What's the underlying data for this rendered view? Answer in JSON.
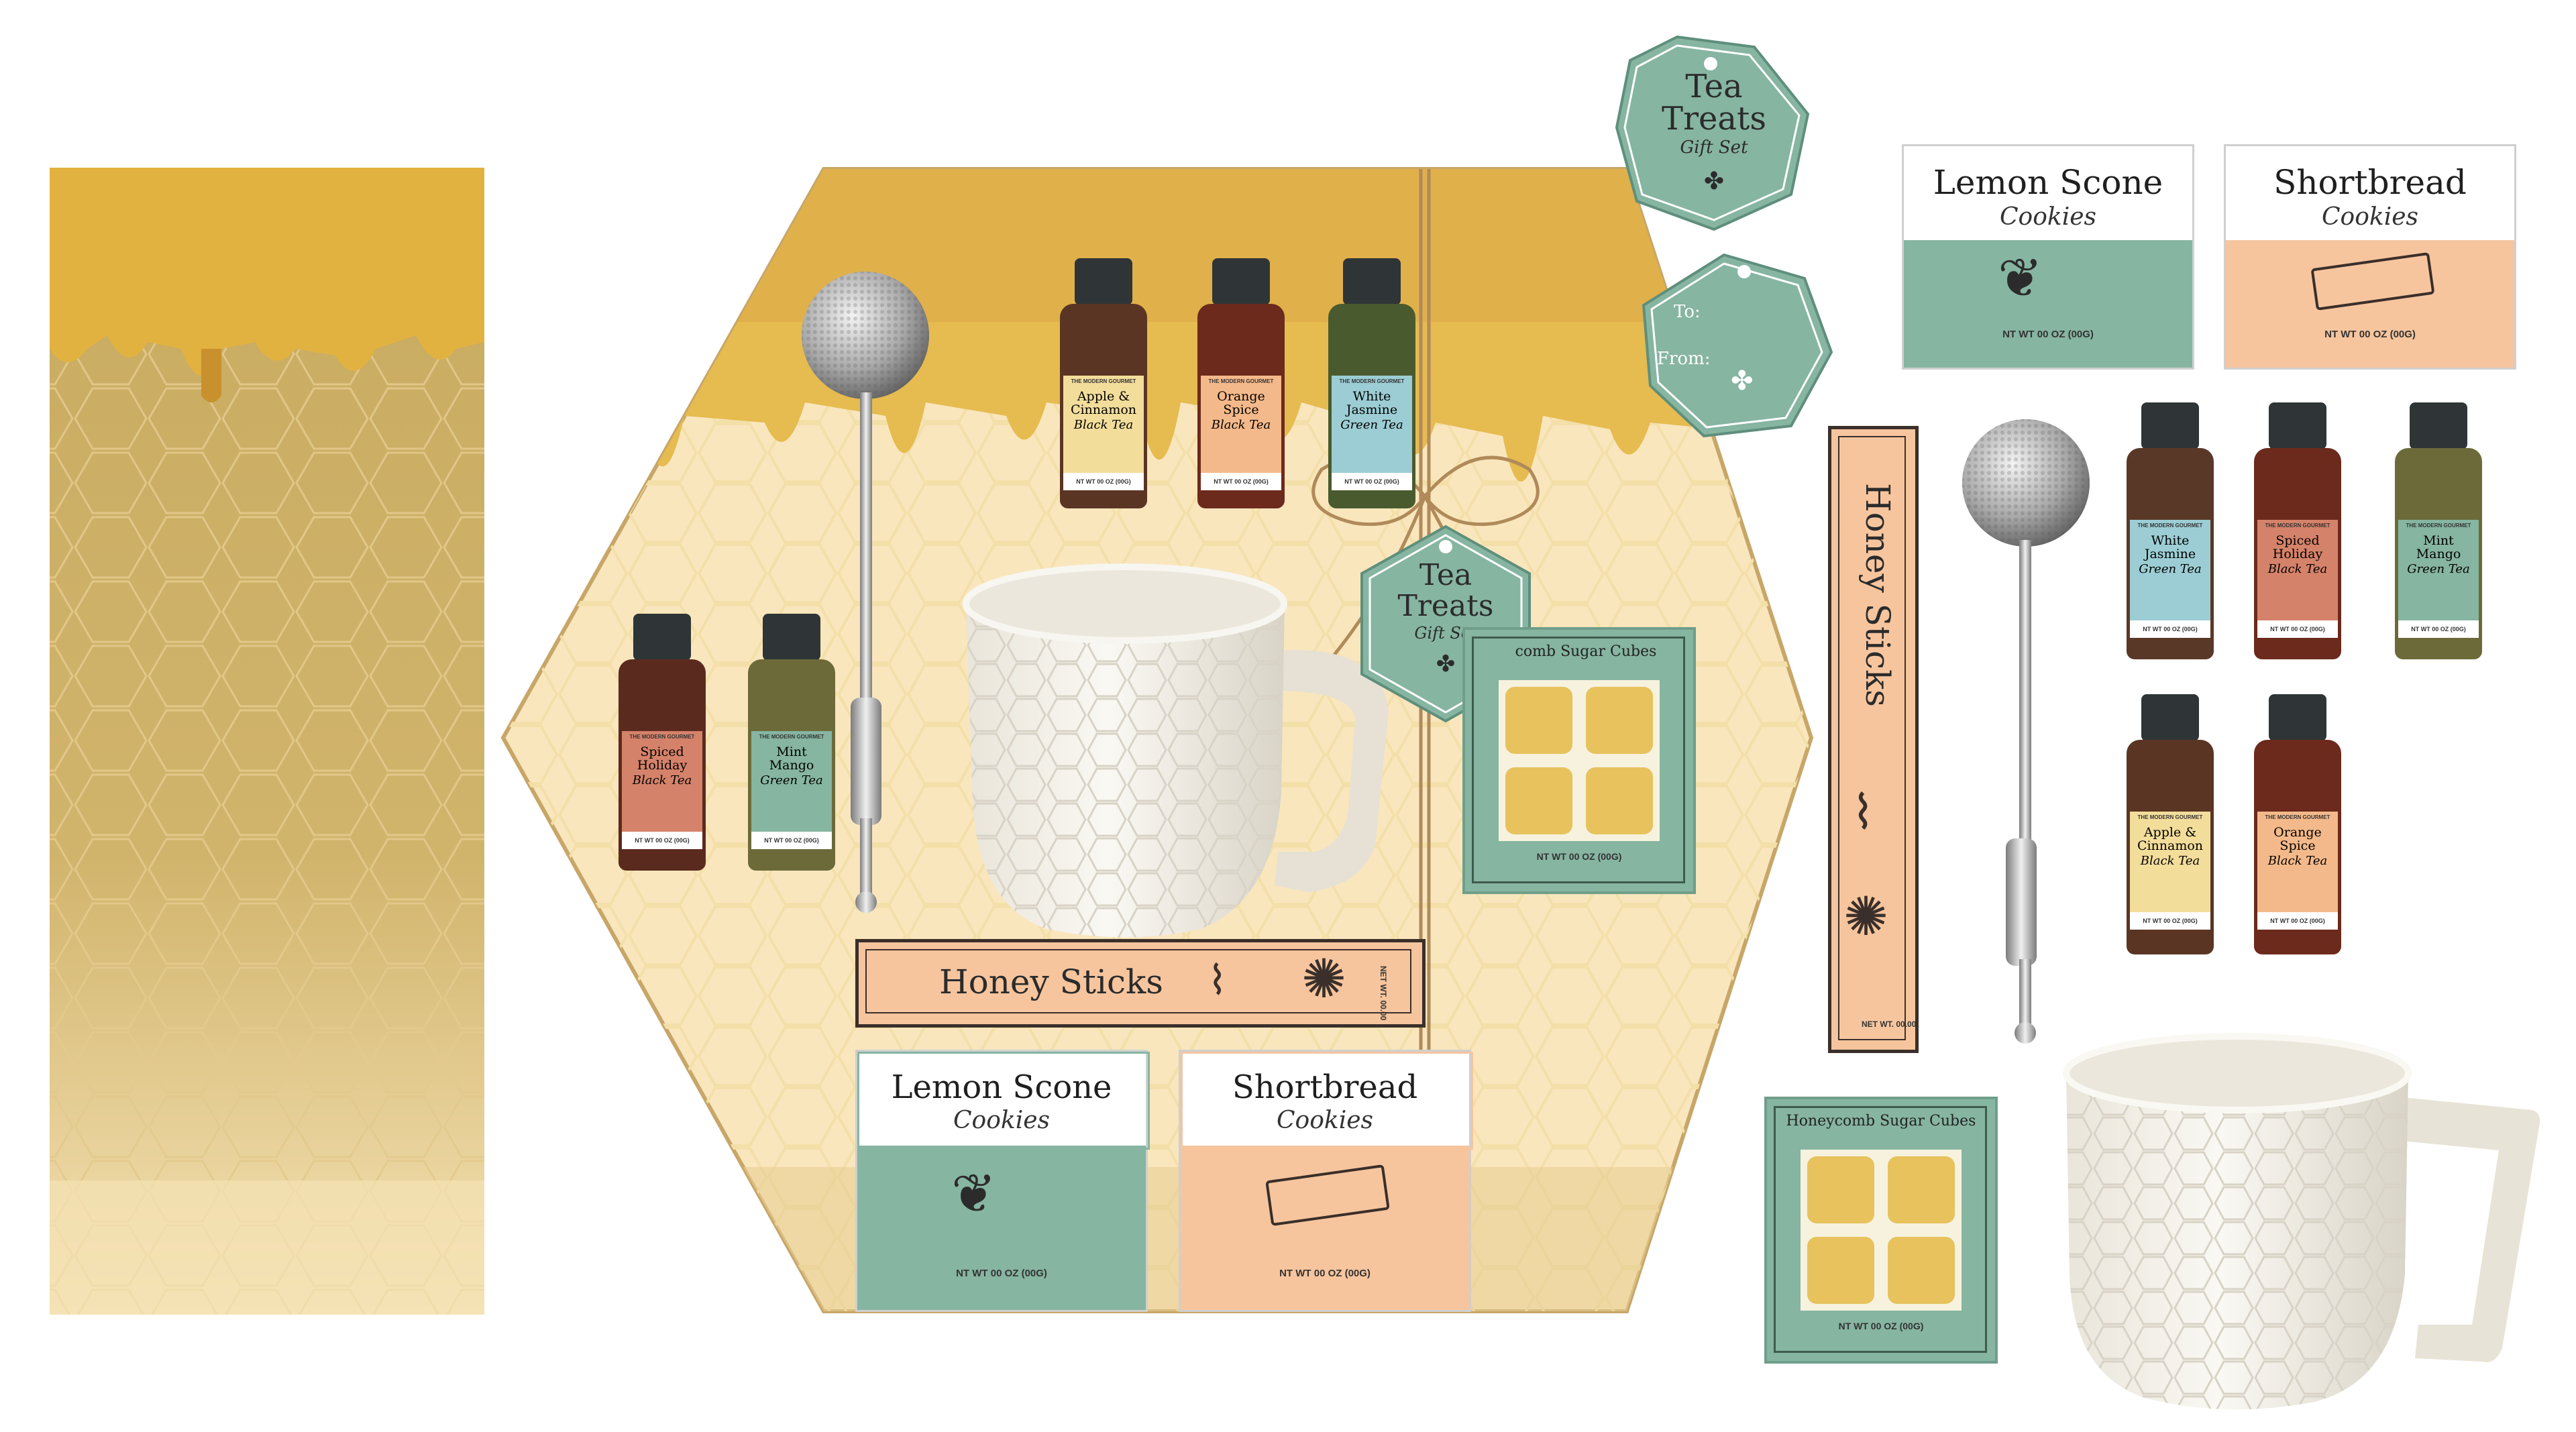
{
  "brand": "THE MODERN GOURMET",
  "net_weight_oz": "NT WT 00 OZ (00G)",
  "net_weight_honey": "NET WT. 00.00",
  "colors": {
    "honey_dark": "#c79b3a",
    "honey_mid": "#e6bb4f",
    "honey_light": "#f9e6bd",
    "teal": "#86b5a1",
    "peach": "#f6c59e",
    "salmon": "#d5826a",
    "bottle_cap": "#2f3537"
  },
  "tea_tag": {
    "line1": "Tea",
    "line2": "Treats",
    "script": "Gift Set",
    "to_label": "To:",
    "from_label": "From:"
  },
  "teas": {
    "apple_cinnamon": {
      "name1": "Apple &",
      "name2": "Cinnamon",
      "type": "Black Tea"
    },
    "orange_spice": {
      "name1": "Orange",
      "name2": "Spice",
      "type": "Black Tea"
    },
    "white_jasmine": {
      "name1": "White",
      "name2": "Jasmine",
      "type": "Green Tea"
    },
    "spiced_holiday": {
      "name1": "Spiced",
      "name2": "Holiday",
      "type": "Black Tea"
    },
    "mint_mango": {
      "name1": "Mint",
      "name2": "Mango",
      "type": "Green Tea"
    }
  },
  "cookies": {
    "lemon": {
      "title": "Lemon Scone",
      "script": "Cookies"
    },
    "shortbread": {
      "title": "Shortbread",
      "script": "Cookies"
    }
  },
  "honey_sticks": {
    "title": "Honey Sticks"
  },
  "sugar_cubes": {
    "title": "Honeycomb Sugar Cubes",
    "title_partial": "comb Sugar Cubes"
  }
}
